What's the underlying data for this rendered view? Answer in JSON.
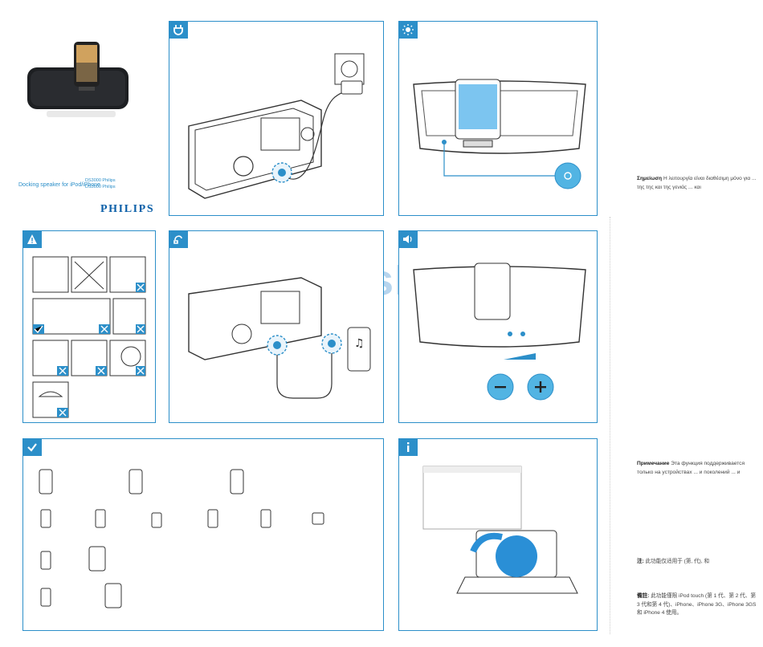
{
  "brand": {
    "logo": "PHILIPS",
    "product_line": "Docking speaker for iPod/iPhone",
    "model_line_1": "DS3000 Philips",
    "model_line_2": "DS3000 Philips"
  },
  "watermark": "ManualsLib.com",
  "icons": {
    "power": "power-plug-icon",
    "light": "brightness-icon",
    "warning": "warning-icon",
    "audio_in": "aux-cable-icon",
    "volume": "speaker-volume-icon",
    "compatible": "checkmark-icon",
    "info": "info-icon"
  },
  "notes": {
    "greek": {
      "label": "Σημείωση",
      "text": "Η λειτουργία είναι διαθέσιμη μόνο για ... της της και της γενιάς ... και"
    },
    "russian": {
      "label": "Примечание",
      "text": "Эта функция поддерживается только на устройствах ... и поколений ... и"
    },
    "chinese_simplified": {
      "label": "注:",
      "text": "此功能仅适用于 (第, 代), 和"
    },
    "chinese_traditional": {
      "label": "備註:",
      "text": "此功能僅限 iPod touch (第 1 代、第 2 代、第 3 代和第 4 代)、iPhone、iPhone 3G、iPhone 3GS 和 iPhone 4 使用。"
    }
  },
  "colors": {
    "accent": "#2c8fc9",
    "button": "#52b4e3",
    "watermark": "#9cc6e8"
  }
}
